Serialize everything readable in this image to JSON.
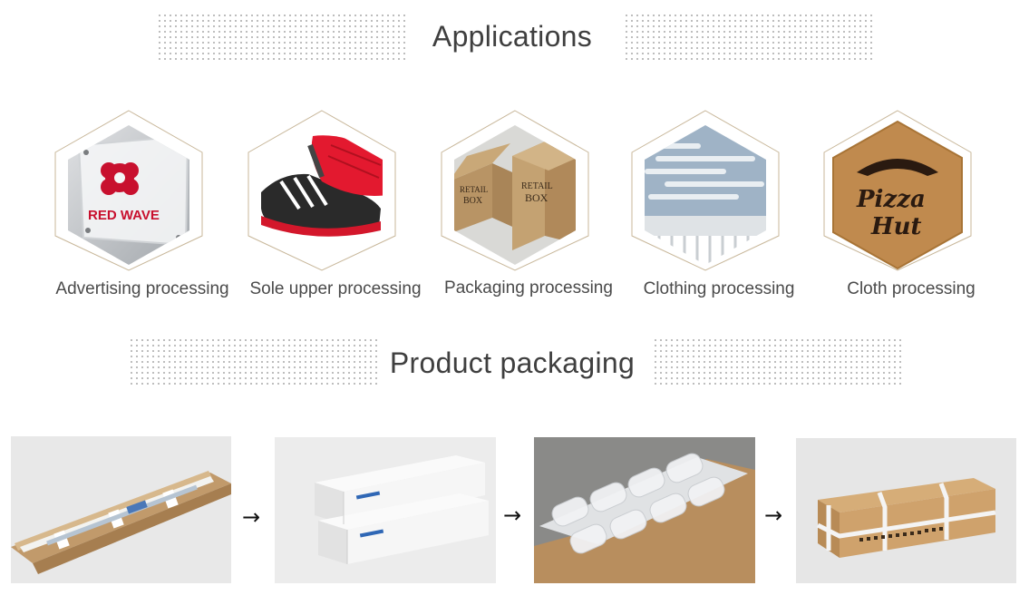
{
  "sections": {
    "applications_title": "Applications",
    "packaging_title": "Product packaging"
  },
  "applications": [
    {
      "label": "Advertising processing",
      "image": "acrylic-sign-red-wave",
      "sign_text": "RED WAVE"
    },
    {
      "label": "Sole upper processing",
      "image": "red-sneaker"
    },
    {
      "label": "Packaging processing",
      "image": "kraft-retail-boxes",
      "box_text": [
        "RETAIL",
        "BOX",
        "RETAIL",
        "BOX"
      ]
    },
    {
      "label": "Clothing processing",
      "image": "laser-cut-sleeve"
    },
    {
      "label": "Cloth processing",
      "image": "cork-coaster-pizza-hut",
      "logo_text": [
        "Pizza",
        "Hut"
      ]
    }
  ],
  "packaging_steps": [
    {
      "image": "laser-tube-in-open-box"
    },
    {
      "image": "two-white-long-boxes"
    },
    {
      "image": "air-column-cushion-wrap"
    },
    {
      "image": "strapped-kraft-carton"
    }
  ],
  "arrow_glyph": "→",
  "colors": {
    "title_text": "#3f3f3f",
    "label_text": "#4a4a4a",
    "hex_outline": "#c8b79a",
    "dots": "#b3b3b3"
  }
}
